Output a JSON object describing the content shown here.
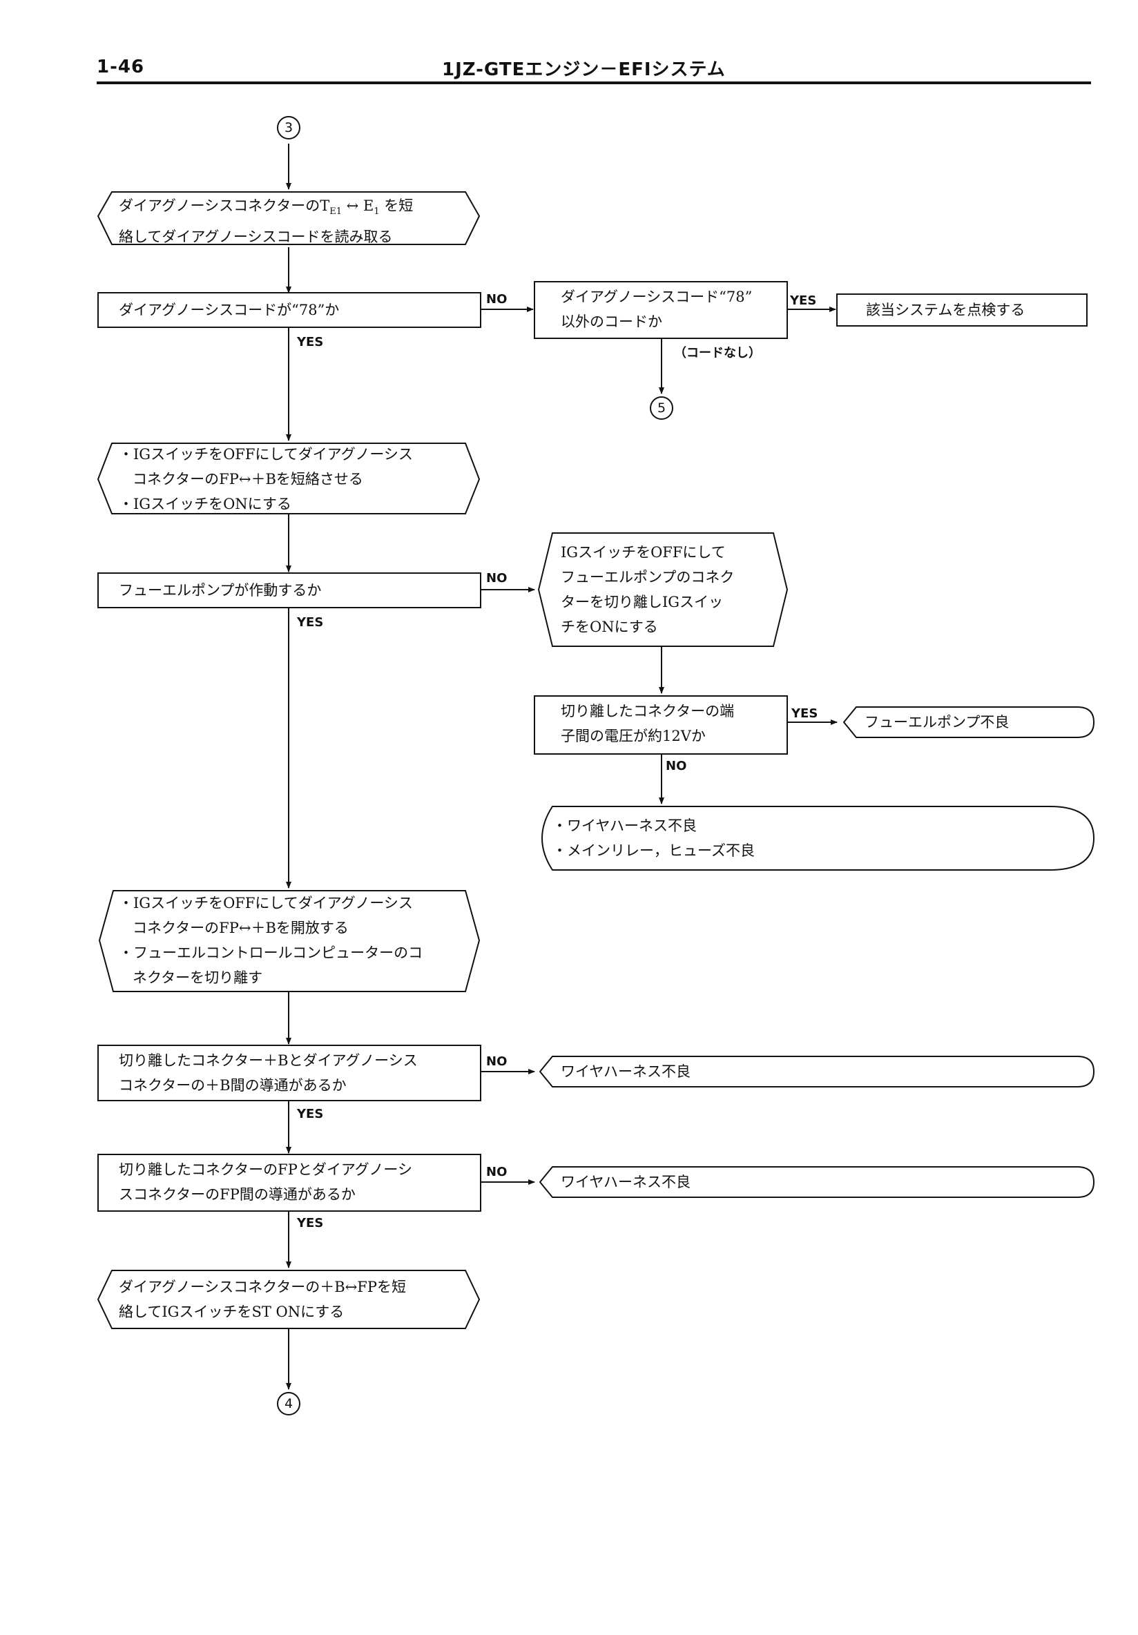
{
  "header": {
    "page_number": "1-46",
    "title": "1JZ-GTEエンジン－EFIシステム"
  },
  "connectors": {
    "start": "3",
    "exit_no_code": "5",
    "end": "4"
  },
  "steps": {
    "s1": [
      "ダイアグノーシスコネクターのT",
      "E1",
      " ↔ E",
      "1",
      " を短",
      "絡してダイアグノーシスコードを読み取る"
    ],
    "q1": "ダイアグノーシスコードが“78”か",
    "q1b": [
      "ダイアグノーシスコード“78”",
      "以外のコードか"
    ],
    "q1b_yes_result": "該当システムを点検する",
    "q1b_no_note": "（コードなし）",
    "s2": [
      "・IGスイッチをOFFにしてダイアグノーシス",
      "コネクターのFP↔＋Bを短絡させる",
      "・IGスイッチをONにする"
    ],
    "q2": "フューエルポンプが作動するか",
    "s2b": [
      "IGスイッチをOFFにして",
      "フューエルポンプのコネク",
      "ターを切り離しIGスイッ",
      "チをONにする"
    ],
    "q2b": [
      "切り離したコネクターの端",
      "子間の電圧が約12Vか"
    ],
    "q2b_yes_result": "フューエルポンプ不良",
    "q2b_no_result": [
      "・ワイヤハーネス不良",
      "・メインリレー，ヒューズ不良"
    ],
    "s3": [
      "・IGスイッチをOFFにしてダイアグノーシス",
      "コネクターのFP↔＋Bを開放する",
      "・フューエルコントロールコンピューターのコ",
      "ネクターを切り離す"
    ],
    "q3": [
      "切り離したコネクター＋Bとダイアグノーシス",
      "コネクターの＋B間の導通があるか"
    ],
    "q3_no_result": "ワイヤハーネス不良",
    "q4": [
      "切り離したコネクターのFPとダイアグノーシ",
      "スコネクターのFP間の導通があるか"
    ],
    "q4_no_result": "ワイヤハーネス不良",
    "s4": [
      "ダイアグノーシスコネクターの＋B↔FPを短",
      "絡してIGスイッチをST ONにする"
    ]
  },
  "labels": {
    "yes": "YES",
    "no": "NO"
  }
}
